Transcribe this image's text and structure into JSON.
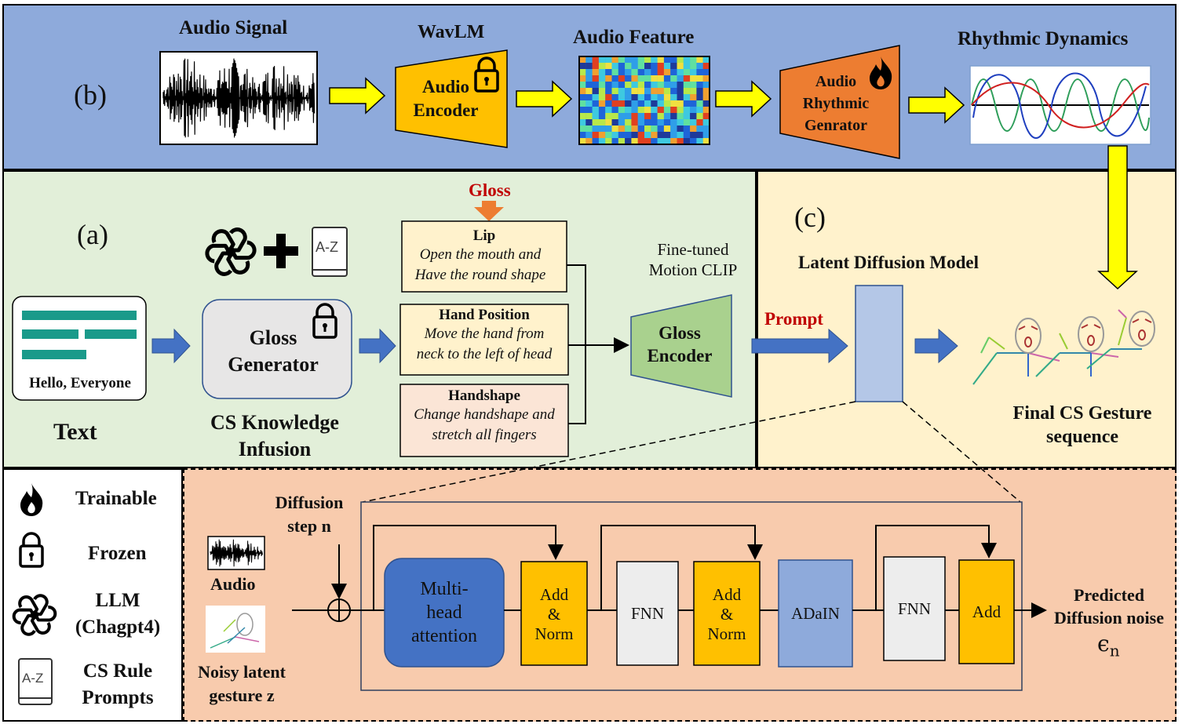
{
  "panel_b": {
    "label": "(b)",
    "audio_signal_title": "Audio Signal",
    "wavlm_title": "WavLM",
    "audio_encoder": "Audio Encoder",
    "audio_feature_title": "Audio Feature",
    "rhythm_generator": "Audio Rhythmic Genrator",
    "rhythmic_dynamics_title": "Rhythmic Dynamics"
  },
  "panel_a": {
    "label": "(a)",
    "text_box_caption": "Hello, Everyone",
    "text_title": "Text",
    "gloss_generator": "Gloss Generator",
    "cs_knowledge": "CS Knowledge Infusion",
    "gloss_label": "Gloss",
    "lip_title": "Lip",
    "lip_line1": "Open the mouth and",
    "lip_line2": "Have the round shape",
    "hand_position_title": "Hand Position",
    "hand_position_line1": "Move the hand from",
    "hand_position_line2": "neck to the left of head",
    "handshape_title": "Handshape",
    "handshape_line1": "Change handshape and",
    "handshape_line2": "stretch all fingers",
    "finetuned_line1": "Fine-tuned",
    "finetuned_line2": "Motion CLIP",
    "gloss_encoder": "Gloss Encoder",
    "az_icon_text": "A-Z"
  },
  "panel_c": {
    "label": "(c)",
    "ldm_title": "Latent Diffusion Model",
    "prompt_label": "Prompt",
    "final_line1": "Final CS Gesture",
    "final_line2": "sequence"
  },
  "legend": {
    "trainable": "Trainable",
    "frozen": "Frozen",
    "llm_line1": "LLM",
    "llm_line2": "(Chagpt4)",
    "cs_rule_line1": "CS Rule",
    "cs_rule_line2": "Prompts",
    "az_icon_text": "A-Z"
  },
  "detail": {
    "diffusion_step_line1": "Diffusion",
    "diffusion_step_line2": "step n",
    "audio_label": "Audio",
    "noisy_line1": "Noisy latent",
    "noisy_line2": "gesture z",
    "mha_line1": "Multi-",
    "mha_line2": "head",
    "mha_line3": "attention",
    "add_norm_1_line1": "Add",
    "add_norm_1_line2": "&",
    "add_norm_1_line3": "Norm",
    "fnn_1": "FNN",
    "add_norm_2_line1": "Add",
    "add_norm_2_line2": "&",
    "add_norm_2_line3": "Norm",
    "adain": "ADaIN",
    "fnn_2": "FNN",
    "add": "Add",
    "predicted_line1": "Predicted",
    "predicted_line2": "Diffusion noise",
    "epsilon": "ϵ",
    "epsilon_sub": "n"
  },
  "colors": {
    "panel_b_bg": "#8eaadb",
    "panel_a_bg": "#e2efd9",
    "panel_c_bg": "#fff2cc",
    "detail_bg": "#f8cbad",
    "encoder_orange": "#ffc000",
    "generator_orange": "#ed7d31",
    "gloss_encoder_green": "#a9d18e",
    "arrow_yellow": "#ffff00",
    "arrow_blue": "#4472c4",
    "gloss_red": "#c00000",
    "mha_blue": "#4472c4",
    "adain_blue": "#8eaadb",
    "fnn_grey": "#ededed"
  }
}
